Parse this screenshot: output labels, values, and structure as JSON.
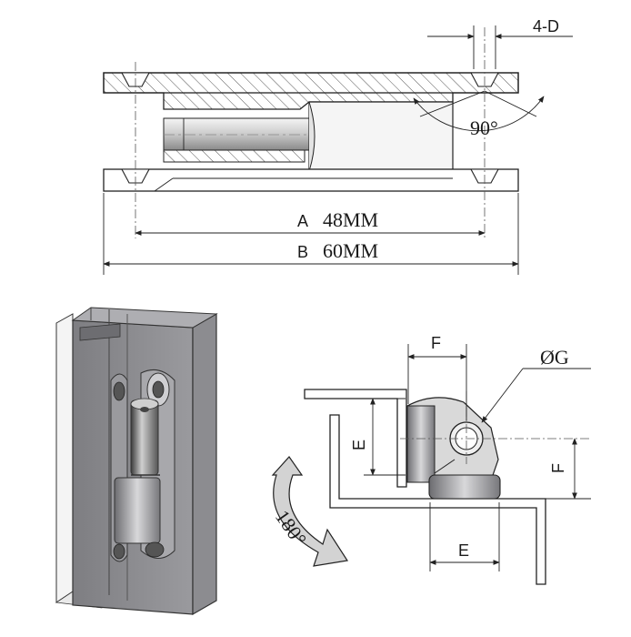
{
  "top_view": {
    "dim_a_letter": "A",
    "dim_a_value": "48MM",
    "dim_b_letter": "B",
    "dim_b_value": "60MM",
    "dim_d": "4-D",
    "angle": "90°"
  },
  "side_view": {
    "dim_f_top": "F",
    "dim_g": "ØG",
    "dim_e_left": "E",
    "dim_f_right": "F",
    "dim_e_bottom": "E",
    "rotation": "180°"
  }
}
